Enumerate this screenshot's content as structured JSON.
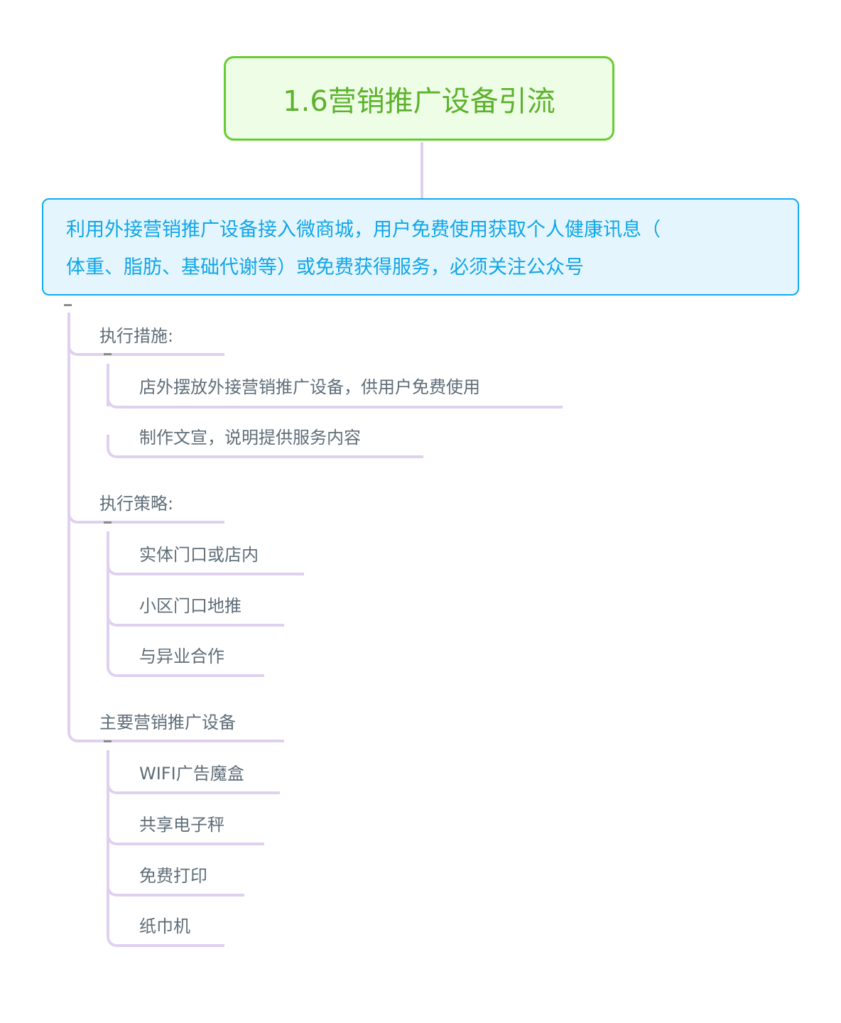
{
  "root": {
    "title": "1.6营销推广设备引流"
  },
  "main": {
    "line1": "利用外接营销推广设备接入微商城，用户免费使用获取个人健康讯息（",
    "line2": "体重、脂肪、基础代谢等）或免费获得服务，必须关注公众号"
  },
  "branches": [
    {
      "label": "执行措施:",
      "children": [
        {
          "label": "店外摆放外接营销推广设备，供用户免费使用"
        },
        {
          "label": "制作文宣，说明提供服务内容"
        }
      ]
    },
    {
      "label": "执行策略:",
      "children": [
        {
          "label": "实体门口或店内"
        },
        {
          "label": "小区门口地推"
        },
        {
          "label": "与异业合作"
        }
      ]
    },
    {
      "label": "主要营销推广设备",
      "children": [
        {
          "label": "WIFI广告魔盒"
        },
        {
          "label": "共享电子秤"
        },
        {
          "label": "免费打印"
        },
        {
          "label": "纸巾机"
        }
      ]
    }
  ],
  "colors": {
    "root_border": "#66cc33",
    "root_bg": "#eefde6",
    "root_text": "#5cb22c",
    "main_border": "#12aaee",
    "main_bg": "#e4f5fd",
    "main_text": "#11a6e8",
    "connector": "#e0d0f0",
    "label_text": "#5f6d78",
    "collapse_toggle": "#8a8a8a"
  }
}
